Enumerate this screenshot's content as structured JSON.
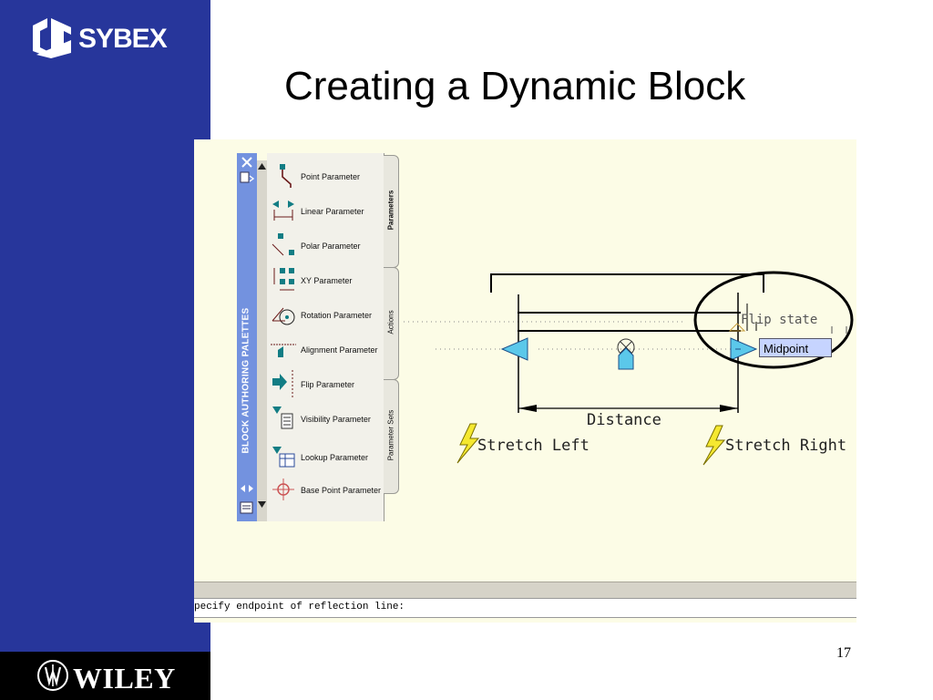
{
  "slide": {
    "title": "Creating a Dynamic Block",
    "page_number": "17",
    "brand_top": "SYBEX",
    "brand_bottom": "WILEY"
  },
  "palette": {
    "title": "BLOCK AUTHORING PALETTES",
    "items": [
      {
        "label": "Point Parameter",
        "icon": "point-parameter-icon"
      },
      {
        "label": "Linear Parameter",
        "icon": "linear-parameter-icon"
      },
      {
        "label": "Polar Parameter",
        "icon": "polar-parameter-icon"
      },
      {
        "label": "XY Parameter",
        "icon": "xy-parameter-icon"
      },
      {
        "label": "Rotation Parameter",
        "icon": "rotation-parameter-icon"
      },
      {
        "label": "Alignment Parameter",
        "icon": "alignment-parameter-icon"
      },
      {
        "label": "Flip Parameter",
        "icon": "flip-parameter-icon"
      },
      {
        "label": "Visibility Parameter",
        "icon": "visibility-parameter-icon"
      },
      {
        "label": "Lookup Parameter",
        "icon": "lookup-parameter-icon"
      },
      {
        "label": "Base Point Parameter",
        "icon": "base-point-parameter-icon"
      }
    ],
    "tabs": [
      "Parameters",
      "Actions",
      "Parameter Sets"
    ]
  },
  "drawing": {
    "distance_label": "Distance",
    "stretch_left": "Stretch Left",
    "stretch_right": "Stretch Right",
    "flip_state": "Flip state",
    "grip_label": "Midpoint"
  },
  "command_line": {
    "text": "pecify endpoint of reflection line:"
  },
  "colors": {
    "sidebar": "#27369b",
    "palette_strip": "#7392df",
    "canvas": "#fcfce6",
    "grip": "#5bc8ea",
    "param_icon": "#127d84"
  }
}
